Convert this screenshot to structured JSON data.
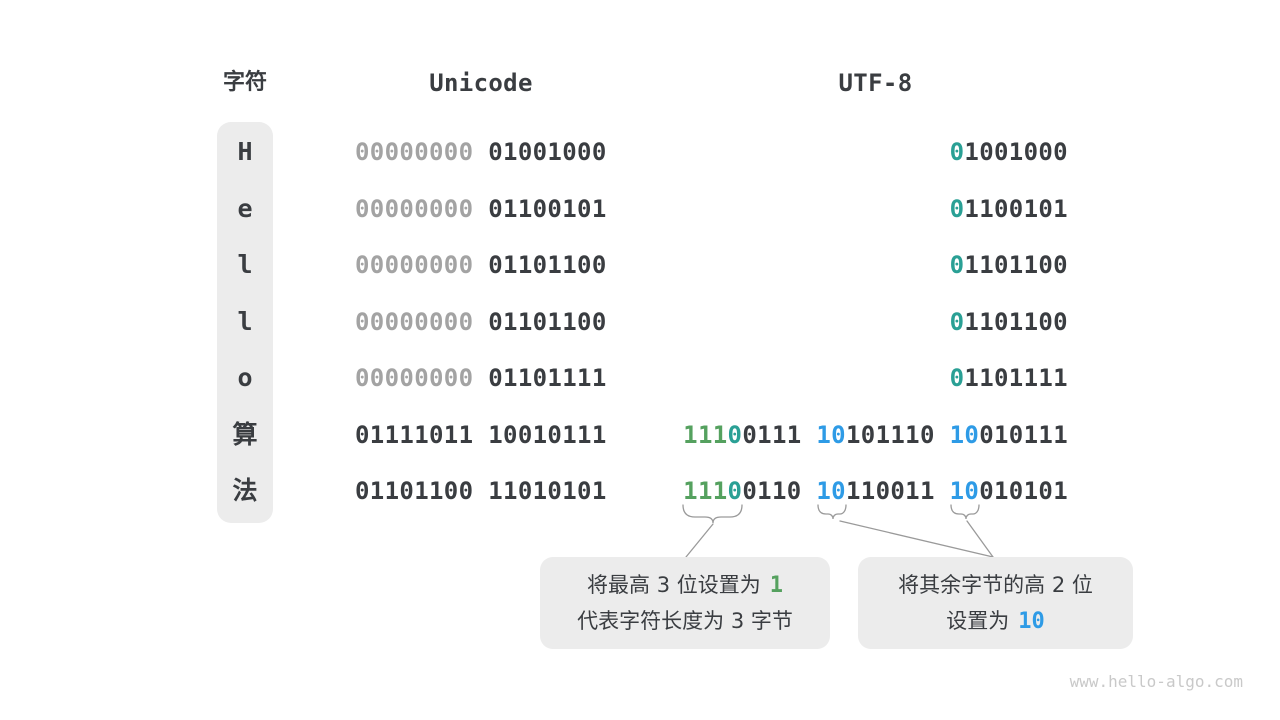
{
  "headers": {
    "char": "字符",
    "unicode": "Unicode",
    "utf8": "UTF-8"
  },
  "colors": {
    "dark": "#3a3d41",
    "gray": "#a3a3a3",
    "teal": "#2aa095",
    "green": "#55a15f",
    "blue": "#2e9be6",
    "box_bg": "#ececec",
    "line": "#9a9a9a",
    "watermark": "#c9c9c9"
  },
  "rows": [
    {
      "char": "H",
      "unicode": [
        {
          "t": "00000000",
          "c": "gray"
        },
        {
          "t": "01001000",
          "c": "dark"
        }
      ],
      "utf8": [
        [
          {
            "t": "0",
            "c": "teal"
          },
          {
            "t": "1001000",
            "c": "dark"
          }
        ]
      ]
    },
    {
      "char": "e",
      "unicode": [
        {
          "t": "00000000",
          "c": "gray"
        },
        {
          "t": "01100101",
          "c": "dark"
        }
      ],
      "utf8": [
        [
          {
            "t": "0",
            "c": "teal"
          },
          {
            "t": "1100101",
            "c": "dark"
          }
        ]
      ]
    },
    {
      "char": "l",
      "unicode": [
        {
          "t": "00000000",
          "c": "gray"
        },
        {
          "t": "01101100",
          "c": "dark"
        }
      ],
      "utf8": [
        [
          {
            "t": "0",
            "c": "teal"
          },
          {
            "t": "1101100",
            "c": "dark"
          }
        ]
      ]
    },
    {
      "char": "l",
      "unicode": [
        {
          "t": "00000000",
          "c": "gray"
        },
        {
          "t": "01101100",
          "c": "dark"
        }
      ],
      "utf8": [
        [
          {
            "t": "0",
            "c": "teal"
          },
          {
            "t": "1101100",
            "c": "dark"
          }
        ]
      ]
    },
    {
      "char": "o",
      "unicode": [
        {
          "t": "00000000",
          "c": "gray"
        },
        {
          "t": "01101111",
          "c": "dark"
        }
      ],
      "utf8": [
        [
          {
            "t": "0",
            "c": "teal"
          },
          {
            "t": "1101111",
            "c": "dark"
          }
        ]
      ]
    },
    {
      "char": "算",
      "unicode": [
        {
          "t": "01111011",
          "c": "dark"
        },
        {
          "t": "10010111",
          "c": "dark"
        }
      ],
      "utf8": [
        [
          {
            "t": "111",
            "c": "green"
          },
          {
            "t": "0",
            "c": "teal"
          },
          {
            "t": "0111",
            "c": "dark"
          }
        ],
        [
          {
            "t": "10",
            "c": "blue"
          },
          {
            "t": "101110",
            "c": "dark"
          }
        ],
        [
          {
            "t": "10",
            "c": "blue"
          },
          {
            "t": "010111",
            "c": "dark"
          }
        ]
      ]
    },
    {
      "char": "法",
      "unicode": [
        {
          "t": "01101100",
          "c": "dark"
        },
        {
          "t": "11010101",
          "c": "dark"
        }
      ],
      "utf8": [
        [
          {
            "t": "111",
            "c": "green"
          },
          {
            "t": "0",
            "c": "teal"
          },
          {
            "t": "0110",
            "c": "dark"
          }
        ],
        [
          {
            "t": "10",
            "c": "blue"
          },
          {
            "t": "110011",
            "c": "dark"
          }
        ],
        [
          {
            "t": "10",
            "c": "blue"
          },
          {
            "t": "010101",
            "c": "dark"
          }
        ]
      ]
    }
  ],
  "callouts": [
    {
      "line1_text": "将最高 3 位设置为",
      "line1_num": "1",
      "line2_text": "代表字符长度为 3 字节"
    },
    {
      "line1_text": "将其余字节的高 2 位",
      "line2_text": "设置为",
      "line2_num": "10"
    }
  ],
  "watermark": "www.hello-algo.com"
}
